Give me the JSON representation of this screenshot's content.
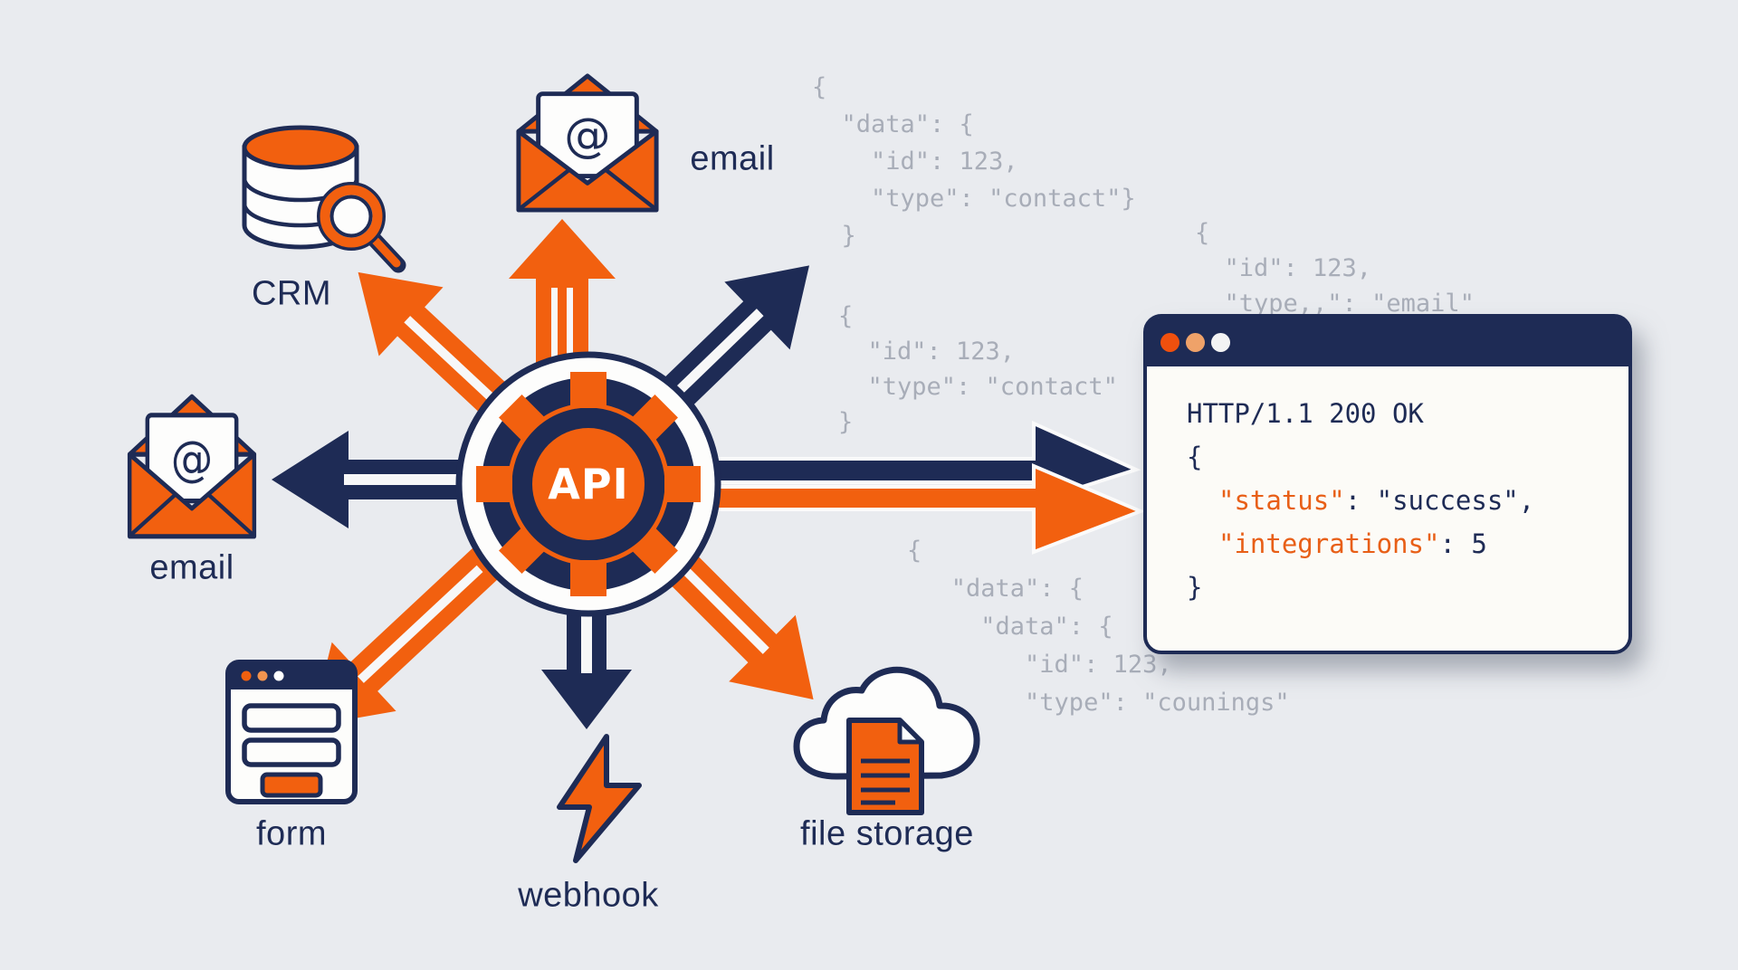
{
  "colors": {
    "navy": "#1e2b55",
    "orange": "#f2600f",
    "peach": "#efa269",
    "code_gray": "#a8adb8",
    "background": "#e9ebef",
    "window_bg": "#fcfbf7"
  },
  "hub": {
    "label": "API"
  },
  "labels": {
    "crm": "CRM",
    "email_top": "email",
    "email_left": "email",
    "form": "form",
    "webhook": "webhook",
    "file_storage": "file storage"
  },
  "icons": {
    "at": "@"
  },
  "snippets": {
    "top": {
      "lines": [
        "{",
        "  \"data\": {",
        "    \"id\": 123,",
        "    \"type\": \"contact\"}",
        "  }"
      ]
    },
    "right": {
      "lines": [
        "{",
        "  \"id\": 123,",
        "  \"type,,\": \"email\""
      ]
    },
    "middle": {
      "lines": [
        "{",
        "  \"id\": 123,",
        "  \"type\": \"contact\"",
        "}"
      ]
    },
    "bottom": {
      "lines": [
        "{",
        "   \"data\": {",
        "     \"data\": {",
        "        \"id\": 123,",
        "        \"type\": \"counings\""
      ]
    }
  },
  "window": {
    "status_line": "HTTP/1.1 200 OK",
    "brace_open": "{",
    "brace_close": "}",
    "line_status": {
      "key": "\"status\"",
      "rest": ": \"success\","
    },
    "line_integrations": {
      "key": "\"integrations\"",
      "rest": ": 5"
    }
  }
}
